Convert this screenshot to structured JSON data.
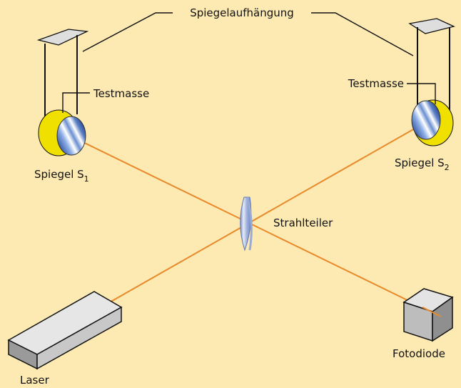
{
  "labels": {
    "suspension": "Spiegelaufhängung",
    "test_mass_left": "Testmasse",
    "test_mass_right": "Testmasse",
    "mirror_left": "Spiegel S",
    "mirror_left_sub": "1",
    "mirror_right": "Spiegel S",
    "mirror_right_sub": "2",
    "beam_splitter": "Strahlteiler",
    "laser": "Laser",
    "photodiode": "Fotodiode"
  },
  "colors": {
    "background": "#fdeab3",
    "beam": "#e8892a",
    "test_mass": "#f0e000",
    "mirror": "#7f9fd4",
    "box": "#bdbdbd"
  }
}
